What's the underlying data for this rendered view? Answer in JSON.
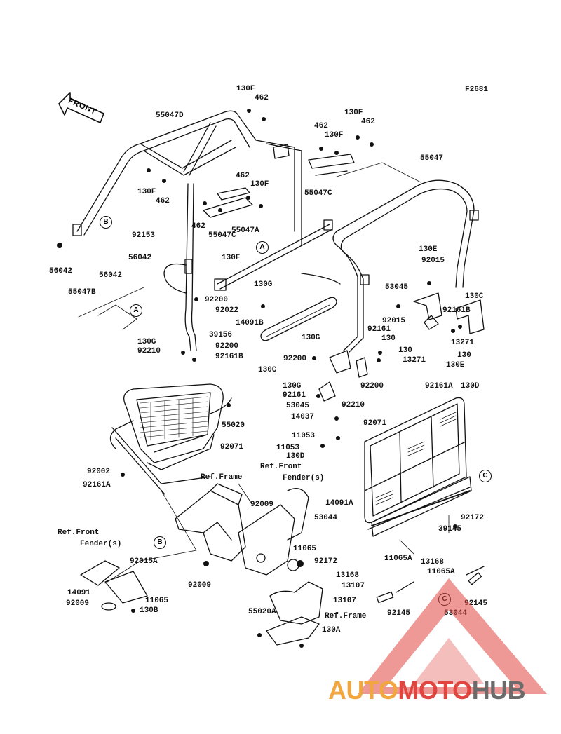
{
  "figure_code": "F2681",
  "front_label": "FRONT",
  "refs": {
    "frame": "Ref.Frame",
    "front_fender_a": "Ref.Front",
    "front_fender_b": "Fender(s)"
  },
  "callouts": [
    "A",
    "B",
    "C"
  ],
  "watermark": {
    "part1": "AUTO",
    "part2": "MOTO",
    "part3": "HUB"
  },
  "colors": {
    "line": "#111111",
    "accent_orange": "#f2a640",
    "accent_red": "#e0463f",
    "accent_gray": "#6b6b6b"
  },
  "parts": [
    {
      "id": "p1",
      "no": "130F"
    },
    {
      "id": "p2",
      "no": "462"
    },
    {
      "id": "p3",
      "no": "55047D"
    },
    {
      "id": "p4",
      "no": "130F"
    },
    {
      "id": "p5",
      "no": "462"
    },
    {
      "id": "p6",
      "no": "462"
    },
    {
      "id": "p7",
      "no": "130F"
    },
    {
      "id": "p8",
      "no": "55047"
    },
    {
      "id": "p9",
      "no": "462"
    },
    {
      "id": "p10",
      "no": "130F"
    },
    {
      "id": "p11",
      "no": "462"
    },
    {
      "id": "p12",
      "no": "55047C"
    },
    {
      "id": "p13",
      "no": "130F"
    },
    {
      "id": "p14",
      "no": "462"
    },
    {
      "id": "p15",
      "no": "55047C"
    },
    {
      "id": "p16",
      "no": "55047A"
    },
    {
      "id": "p17",
      "no": "92153"
    },
    {
      "id": "p18",
      "no": "56042"
    },
    {
      "id": "p19",
      "no": "56042"
    },
    {
      "id": "p20",
      "no": "56042"
    },
    {
      "id": "p21",
      "no": "55047B"
    },
    {
      "id": "p22",
      "no": "130F"
    },
    {
      "id": "p23",
      "no": "130G"
    },
    {
      "id": "p24",
      "no": "92200"
    },
    {
      "id": "p25",
      "no": "92022"
    },
    {
      "id": "p26",
      "no": "14091B"
    },
    {
      "id": "p27",
      "no": "39156"
    },
    {
      "id": "p28",
      "no": "92200"
    },
    {
      "id": "p29",
      "no": "130G"
    },
    {
      "id": "p30",
      "no": "92210"
    },
    {
      "id": "p31",
      "no": "92161B"
    },
    {
      "id": "p32",
      "no": "130E"
    },
    {
      "id": "p33",
      "no": "92015"
    },
    {
      "id": "p34",
      "no": "53045"
    },
    {
      "id": "p35",
      "no": "130C"
    },
    {
      "id": "p36",
      "no": "92161B"
    },
    {
      "id": "p37",
      "no": "92015"
    },
    {
      "id": "p38",
      "no": "92161"
    },
    {
      "id": "p39",
      "no": "130"
    },
    {
      "id": "p40",
      "no": "13271"
    },
    {
      "id": "p41",
      "no": "130"
    },
    {
      "id": "p42",
      "no": "130E"
    },
    {
      "id": "p43",
      "no": "130G"
    },
    {
      "id": "p44",
      "no": "92200"
    },
    {
      "id": "p45",
      "no": "130C"
    },
    {
      "id": "p46",
      "no": "130"
    },
    {
      "id": "p47",
      "no": "13271"
    },
    {
      "id": "p48",
      "no": "92200"
    },
    {
      "id": "p49",
      "no": "130G"
    },
    {
      "id": "p50",
      "no": "92161"
    },
    {
      "id": "p51",
      "no": "53045"
    },
    {
      "id": "p52",
      "no": "92210"
    },
    {
      "id": "p53",
      "no": "14037"
    },
    {
      "id": "p54",
      "no": "92161A"
    },
    {
      "id": "p55",
      "no": "130D"
    },
    {
      "id": "p56",
      "no": "55020"
    },
    {
      "id": "p57",
      "no": "92071"
    },
    {
      "id": "p58",
      "no": "11053"
    },
    {
      "id": "p59",
      "no": "92071"
    },
    {
      "id": "p60",
      "no": "11053"
    },
    {
      "id": "p61",
      "no": "130D"
    },
    {
      "id": "p62",
      "no": "92002"
    },
    {
      "id": "p63",
      "no": "92161A"
    },
    {
      "id": "p64",
      "no": "14091A"
    },
    {
      "id": "p65",
      "no": "92009"
    },
    {
      "id": "p66",
      "no": "53044"
    },
    {
      "id": "p67",
      "no": "11065"
    },
    {
      "id": "p68",
      "no": "92172"
    },
    {
      "id": "p69",
      "no": "92172"
    },
    {
      "id": "p70",
      "no": "39145"
    },
    {
      "id": "p71",
      "no": "11065A"
    },
    {
      "id": "p72",
      "no": "13168"
    },
    {
      "id": "p73",
      "no": "11065A"
    },
    {
      "id": "p74",
      "no": "13168"
    },
    {
      "id": "p75",
      "no": "13107"
    },
    {
      "id": "p76",
      "no": "13107"
    },
    {
      "id": "p77",
      "no": "92145"
    },
    {
      "id": "p78",
      "no": "92145"
    },
    {
      "id": "p79",
      "no": "53044"
    },
    {
      "id": "p80",
      "no": "92015A"
    },
    {
      "id": "p81",
      "no": "92009"
    },
    {
      "id": "p82",
      "no": "14091"
    },
    {
      "id": "p83",
      "no": "11065"
    },
    {
      "id": "p84",
      "no": "92009"
    },
    {
      "id": "p85",
      "no": "130B"
    },
    {
      "id": "p86",
      "no": "55020A"
    },
    {
      "id": "p87",
      "no": "130A"
    }
  ]
}
